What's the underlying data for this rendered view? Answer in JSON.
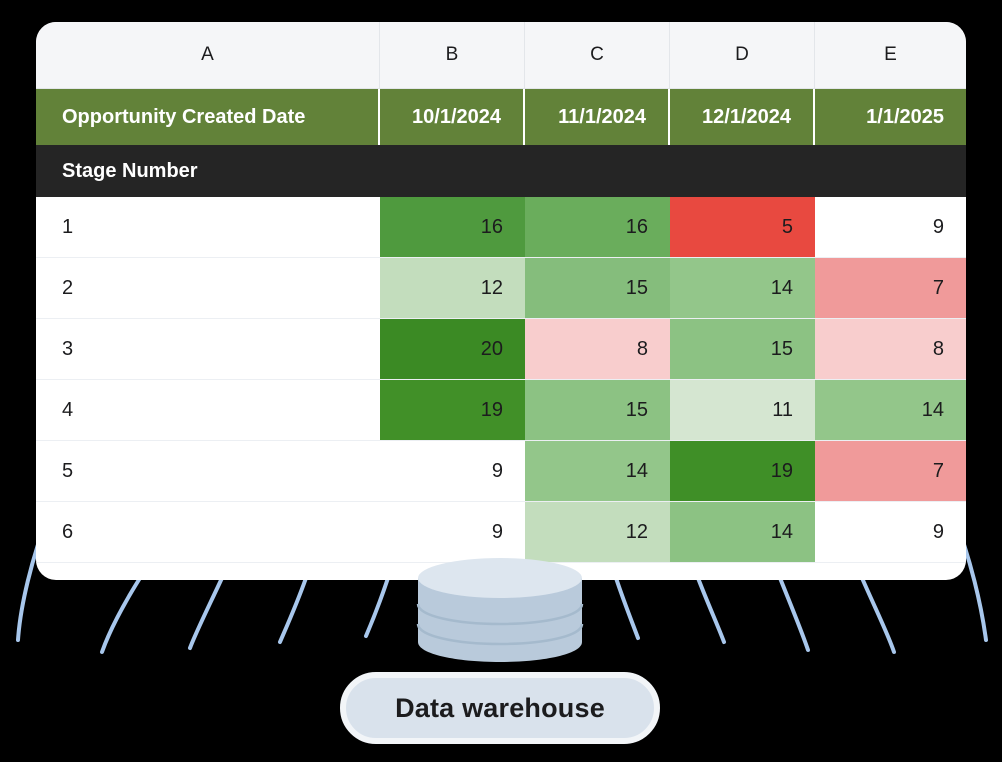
{
  "spreadsheet": {
    "column_letters": [
      "A",
      "B",
      "C",
      "D",
      "E"
    ],
    "title_row": {
      "label": "Opportunity Created Date",
      "dates": [
        "10/1/2024",
        "11/1/2024",
        "12/1/2024",
        "1/1/2025"
      ]
    },
    "section_header": "Stage Number",
    "rows": [
      {
        "stage": "1",
        "cells": [
          {
            "value": "16",
            "fill": "#4f9a3e"
          },
          {
            "value": "16",
            "fill": "#6aad5c"
          },
          {
            "value": "5",
            "fill": "#e84940"
          },
          {
            "value": "9",
            "fill": "#ffffff"
          }
        ]
      },
      {
        "stage": "2",
        "cells": [
          {
            "value": "12",
            "fill": "#c3ddbd"
          },
          {
            "value": "15",
            "fill": "#85bd7c"
          },
          {
            "value": "14",
            "fill": "#93c68a"
          },
          {
            "value": "7",
            "fill": "#f09a9a"
          }
        ]
      },
      {
        "stage": "3",
        "cells": [
          {
            "value": "20",
            "fill": "#3b8a24"
          },
          {
            "value": "8",
            "fill": "#f8cdcd"
          },
          {
            "value": "15",
            "fill": "#8cc283"
          },
          {
            "value": "8",
            "fill": "#f8cdcd"
          }
        ]
      },
      {
        "stage": "4",
        "cells": [
          {
            "value": "19",
            "fill": "#419028"
          },
          {
            "value": "15",
            "fill": "#8cc283"
          },
          {
            "value": "11",
            "fill": "#d5e6d1"
          },
          {
            "value": "14",
            "fill": "#93c68a"
          }
        ]
      },
      {
        "stage": "5",
        "cells": [
          {
            "value": "9",
            "fill": "#ffffff"
          },
          {
            "value": "14",
            "fill": "#93c68a"
          },
          {
            "value": "19",
            "fill": "#3f8f27"
          },
          {
            "value": "7",
            "fill": "#f09a9a"
          }
        ]
      },
      {
        "stage": "6",
        "cells": [
          {
            "value": "9",
            "fill": "#ffffff"
          },
          {
            "value": "12",
            "fill": "#c3ddbd"
          },
          {
            "value": "14",
            "fill": "#8cc283"
          },
          {
            "value": "9",
            "fill": "#ffffff"
          }
        ]
      }
    ]
  },
  "data_warehouse": {
    "label": "Data warehouse",
    "icon": "database-cylinder-icon"
  },
  "colors": {
    "background": "#000000",
    "card": "#ffffff",
    "column_header_bar": "#f5f6f8",
    "title_row_green": "#628239",
    "section_header_dark": "#252525",
    "connector_line": "#a8c7ec",
    "cylinder_top": "#dde6ef",
    "cylinder_body": "#b9cadb",
    "pill_fill": "#d9e2ec",
    "pill_border": "#f2f5f8"
  },
  "chart_data": {
    "type": "heatmap",
    "title": "Opportunity Created Date",
    "xlabel": "Opportunity Created Date",
    "ylabel": "Stage Number",
    "categories": [
      "10/1/2024",
      "11/1/2024",
      "12/1/2024",
      "1/1/2025"
    ],
    "rows": [
      "1",
      "2",
      "3",
      "4",
      "5",
      "6"
    ],
    "values": [
      [
        16,
        16,
        5,
        9
      ],
      [
        12,
        15,
        14,
        7
      ],
      [
        20,
        8,
        15,
        8
      ],
      [
        19,
        15,
        11,
        14
      ],
      [
        9,
        14,
        19,
        7
      ],
      [
        9,
        12,
        14,
        9
      ]
    ],
    "colorscale": "red-to-green",
    "grid": true,
    "legend": "none"
  }
}
